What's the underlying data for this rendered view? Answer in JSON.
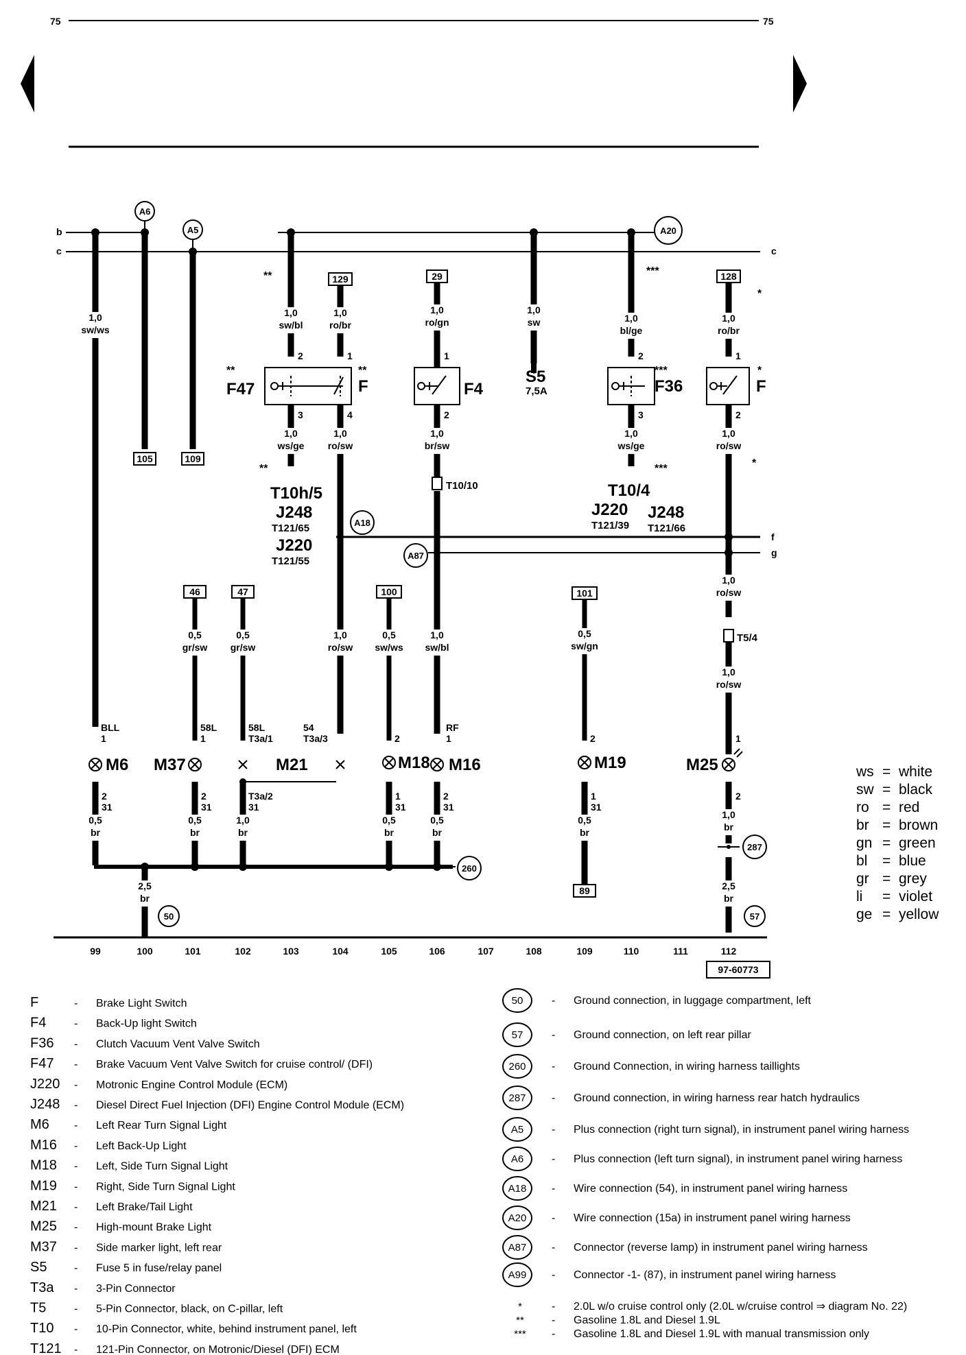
{
  "page": {
    "number_left": "75",
    "number_right": "75",
    "diagram_id": "97-60773"
  },
  "nav": {
    "prev": "previous-page",
    "next": "next-page"
  },
  "buses": {
    "b": "b",
    "c_left": "c",
    "c_right": "c",
    "f": "f",
    "g": "g"
  },
  "connectors": {
    "A6": "A6",
    "A5": "A5",
    "A20": "A20",
    "A18": "A18",
    "A87": "A87",
    "g260": "260",
    "g287": "287",
    "g50": "50",
    "g57": "57"
  },
  "terminals": {
    "t105": "105",
    "t109": "109",
    "t129": "129",
    "t29": "29",
    "t128": "128",
    "t46": "46",
    "t47": "47",
    "t100": "100",
    "t101": "101",
    "t89": "89"
  },
  "wires": {
    "w99": {
      "size": "1,0",
      "color": "sw/ws"
    },
    "w103": {
      "size": "1,0",
      "color": "sw/bl"
    },
    "w104": {
      "size": "1,0",
      "color": "ro/br"
    },
    "w106": {
      "size": "1,0",
      "color": "ro/gn"
    },
    "w108": {
      "size": "1,0",
      "color": "sw"
    },
    "w110": {
      "size": "1,0",
      "color": "bl/ge"
    },
    "w112": {
      "size": "1,0",
      "color": "ro/br"
    },
    "w103b": {
      "size": "1,0",
      "color": "ws/ge"
    },
    "w104b": {
      "size": "1,0",
      "color": "ro/sw"
    },
    "w106b": {
      "size": "1,0",
      "color": "br/sw"
    },
    "w110b": {
      "size": "1,0",
      "color": "ws/ge"
    },
    "w112b": {
      "size": "1,0",
      "color": "ro/sw"
    },
    "w112c": {
      "size": "1,0",
      "color": "ro/sw"
    },
    "w112d": {
      "size": "1,0",
      "color": "ro/sw"
    },
    "w101": {
      "size": "0,5",
      "color": "gr/sw"
    },
    "w102": {
      "size": "0,5",
      "color": "gr/sw"
    },
    "w104c": {
      "size": "1,0",
      "color": "ro/sw"
    },
    "w105": {
      "size": "0,5",
      "color": "sw/ws"
    },
    "w106c": {
      "size": "1,0",
      "color": "sw/bl"
    },
    "w109": {
      "size": "0,5",
      "color": "sw/gn"
    },
    "g99": {
      "size": "0,5",
      "color": "br"
    },
    "g101": {
      "size": "0,5",
      "color": "br"
    },
    "g102": {
      "size": "1,0",
      "color": "br"
    },
    "g105": {
      "size": "0,5",
      "color": "br"
    },
    "g106": {
      "size": "0,5",
      "color": "br"
    },
    "g109": {
      "size": "0,5",
      "color": "br"
    },
    "g112": {
      "size": "1,0",
      "color": "br"
    },
    "g100": {
      "size": "2,5",
      "color": "br"
    },
    "g112b": {
      "size": "2,5",
      "color": "br"
    }
  },
  "components": {
    "F47": "F47",
    "F_a": "F",
    "F4": "F4",
    "S5": "S5",
    "S5_rating": "7,5A",
    "F36": "F36",
    "F_b": "F",
    "M6": "M6",
    "M37": "M37",
    "M21": "M21",
    "M18": "M18",
    "M16": "M16",
    "M19": "M19",
    "M25": "M25"
  },
  "pins": {
    "p103a": "2",
    "p104a": "1",
    "p103b": "3",
    "p104b": "4",
    "p106a": "1",
    "p106b": "2",
    "p110a": "2",
    "p110b": "3",
    "p112a": "1",
    "p112b": "2",
    "BLL": "BLL",
    "p99": "1",
    "58L_a": "58L",
    "p101": "1",
    "58L_b": "58L",
    "T3a1": "T3a/1",
    "p54": "54",
    "T3a3": "T3a/3",
    "p105": "2",
    "RF": "RF",
    "p106c": "1",
    "p109": "2",
    "p112c": "1",
    "g99a": "2",
    "g99b": "31",
    "g101a": "2",
    "g101b": "31",
    "g102": "31",
    "T3a2": "T3a/2",
    "g105a": "1",
    "g105b": "31",
    "g106a": "2",
    "g106b": "31",
    "g109a": "1",
    "g109b": "31",
    "g112": "2"
  },
  "connector_labels": {
    "T10h5": "T10h/5",
    "J248a": "J248",
    "T121_65": "T121/65",
    "J220a": "J220",
    "T121_55": "T121/55",
    "T10_10": "T10/10",
    "T10_4": "T10/4",
    "J220b": "J220",
    "T121_39": "T121/39",
    "J248b": "J248",
    "T121_66": "T121/66",
    "T5_4": "T5/4"
  },
  "stars": {
    "s103": "**",
    "s110": "***",
    "s112": "*",
    "F47": "**",
    "Fa": "**",
    "F36": "***",
    "Fb": "*",
    "s103b": "**",
    "s110b": "***",
    "s112b": "*"
  },
  "columns": [
    "99",
    "100",
    "101",
    "102",
    "103",
    "104",
    "105",
    "106",
    "107",
    "108",
    "109",
    "110",
    "111",
    "112"
  ],
  "color_key": [
    {
      "code": "ws",
      "name": "white"
    },
    {
      "code": "sw",
      "name": "black"
    },
    {
      "code": "ro",
      "name": "red"
    },
    {
      "code": "br",
      "name": "brown"
    },
    {
      "code": "gn",
      "name": "green"
    },
    {
      "code": "bl",
      "name": "blue"
    },
    {
      "code": "gr",
      "name": "grey"
    },
    {
      "code": "li",
      "name": "violet"
    },
    {
      "code": "ge",
      "name": "yellow"
    }
  ],
  "legend_components": [
    {
      "code": "F",
      "desc": "Brake Light Switch"
    },
    {
      "code": "F4",
      "desc": "Back-Up light Switch"
    },
    {
      "code": "F36",
      "desc": "Clutch Vacuum Vent Valve Switch"
    },
    {
      "code": "F47",
      "desc": "Brake Vacuum Vent Valve Switch for cruise control/ (DFI)"
    },
    {
      "code": "J220",
      "desc": "Motronic Engine Control Module (ECM)"
    },
    {
      "code": "J248",
      "desc": "Diesel Direct Fuel Injection (DFI) Engine Control Module (ECM)"
    },
    {
      "code": "M6",
      "desc": "Left Rear Turn Signal Light"
    },
    {
      "code": "M16",
      "desc": "Left Back-Up Light"
    },
    {
      "code": "M18",
      "desc": "Left, Side Turn Signal Light"
    },
    {
      "code": "M19",
      "desc": "Right, Side Turn Signal Light"
    },
    {
      "code": "M21",
      "desc": "Left Brake/Tail Light"
    },
    {
      "code": "M25",
      "desc": "High-mount Brake Light"
    },
    {
      "code": "M37",
      "desc": "Side marker light, left rear"
    },
    {
      "code": "S5",
      "desc": "Fuse 5 in fuse/relay panel"
    },
    {
      "code": "T3a",
      "desc": "3-Pin Connector"
    },
    {
      "code": "T5",
      "desc": "5-Pin Connector, black, on C-pillar, left"
    },
    {
      "code": "T10",
      "desc": "10-Pin Connector, white, behind instrument panel, left"
    },
    {
      "code": "T121",
      "desc": "121-Pin Connector, on Motronic/Diesel (DFI) ECM"
    }
  ],
  "legend_connections": [
    {
      "code": "50",
      "desc": "Ground connection, in luggage compartment, left"
    },
    {
      "code": "57",
      "desc": "Ground connection, on left rear pillar"
    },
    {
      "code": "260",
      "desc": "Ground Connection, in wiring harness taillights"
    },
    {
      "code": "287",
      "desc": "Ground connection, in wiring harness rear hatch hydraulics"
    },
    {
      "code": "A5",
      "desc": "Plus connection (right turn signal), in instrument panel wiring harness"
    },
    {
      "code": "A6",
      "desc": "Plus connection (left turn signal), in instrument panel wiring harness"
    },
    {
      "code": "A18",
      "desc": "Wire connection (54), in instrument panel wiring harness"
    },
    {
      "code": "A20",
      "desc": "Wire connection (15a) in instrument panel wiring harness"
    },
    {
      "code": "A87",
      "desc": "Connector (reverse lamp) in instrument panel wiring harness"
    },
    {
      "code": "A99",
      "desc": "Connector -1- (87), in instrument panel wiring harness"
    }
  ],
  "footnotes": [
    {
      "mark": "*",
      "text": "2.0L w/o cruise control only (2.0L w/cruise control ⇒ diagram No. 22)"
    },
    {
      "mark": "**",
      "text": "Gasoline 1.8L and Diesel 1.9L"
    },
    {
      "mark": "***",
      "text": "Gasoline 1.8L and Diesel 1.9L with manual transmission only"
    }
  ]
}
